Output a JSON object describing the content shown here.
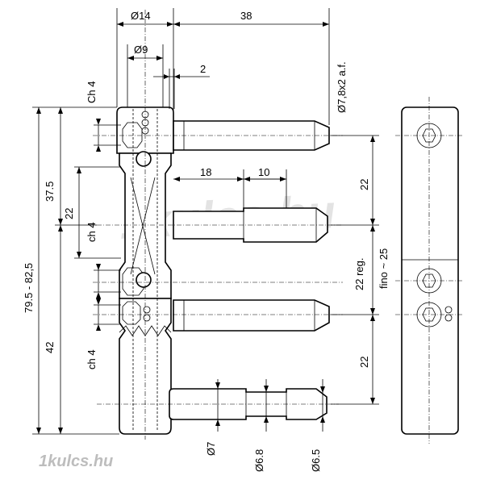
{
  "dimensions": {
    "d14": "Ø14",
    "d38": "38",
    "d9": "Ø9",
    "d2": "2",
    "ch4_top": "Ch 4",
    "d78": "Ø7,8x2 a.f.",
    "d375": "37.5",
    "d22_left": "22",
    "ch4_mid": "ch 4",
    "d795": "79.5 - 82,5",
    "d42": "42",
    "ch4_low": "ch 4",
    "d18": "18",
    "d10": "10",
    "d22_right_top": "22",
    "d22reg": "22 reg.",
    "fino": "fino ~ 25",
    "d22_right_low": "22",
    "d7": "Ø7",
    "d68": "Ø6.8",
    "d65": "Ø6.5"
  },
  "watermark": {
    "center": "1kulcs.hu",
    "corner": "1kulcs.hu"
  },
  "colors": {
    "line": "#000000",
    "background": "#ffffff",
    "watermark_center": "#e3e3e3",
    "watermark_corner": "#bdbdbd"
  }
}
